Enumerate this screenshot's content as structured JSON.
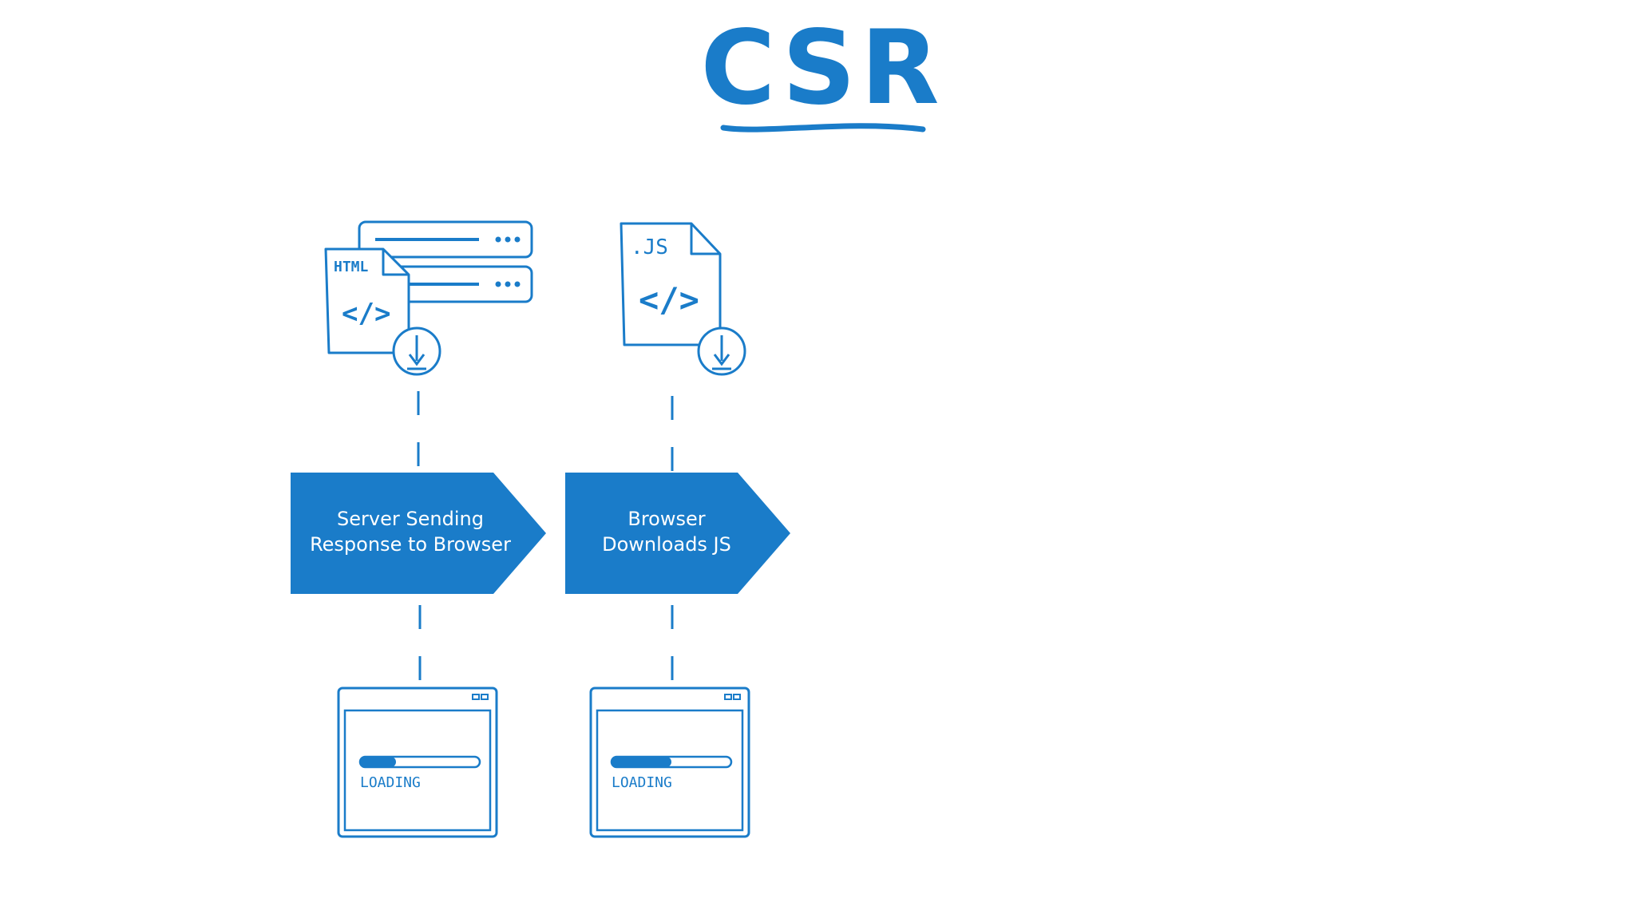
{
  "title": "CSR",
  "steps": [
    {
      "file_label": "HTML",
      "code_glyph": "</>",
      "label": "Server Sending\nResponse to Browser",
      "loading_text": "LOADING",
      "progress": 0.3
    },
    {
      "file_label": ".JS",
      "code_glyph": "</>",
      "label": "Browser\nDownloads JS",
      "loading_text": "LOADING",
      "progress": 0.5
    }
  ],
  "colors": {
    "accent": "#1a7cc9",
    "text_on_accent": "#ffffff",
    "background": "#ffffff"
  }
}
